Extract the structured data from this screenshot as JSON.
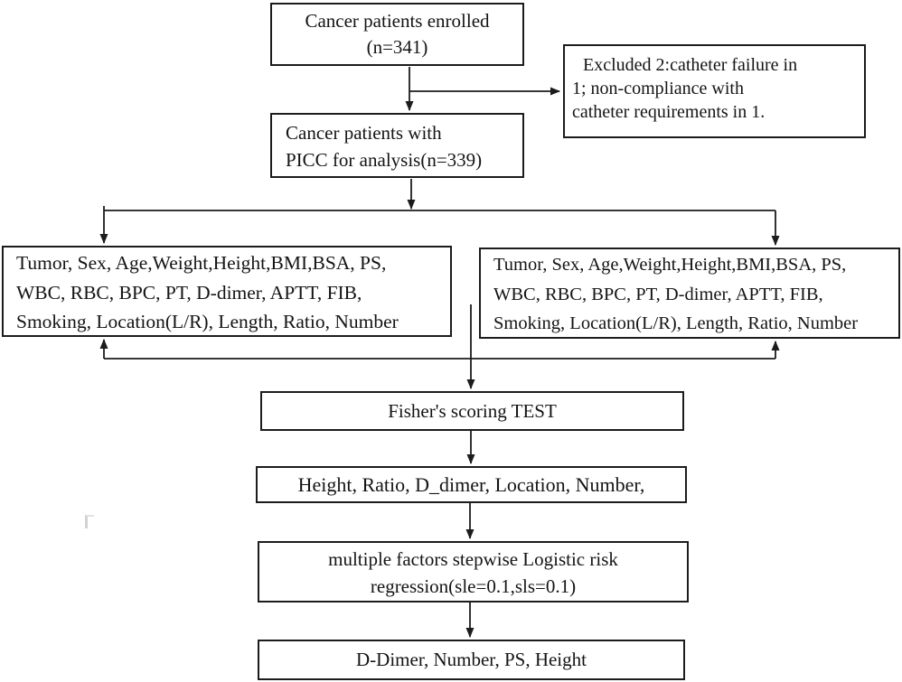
{
  "colors": {
    "line": "#1c1c1c",
    "background": "#ffffff",
    "text": "#141414"
  },
  "boxes": {
    "enrolled": {
      "lines": [
        "Cancer patients enrolled",
        "(n=341)"
      ]
    },
    "excluded": {
      "lines": [
        "Excluded 2:catheter failure in",
        "1; non-compliance with",
        "catheter requirements in 1."
      ]
    },
    "picc": {
      "lines": [
        "Cancer patients with",
        "PICC for analysis(n=339)"
      ]
    },
    "vars_left": {
      "lines": [
        "Tumor, Sex, Age,Weight,Height,BMI,BSA, PS,",
        "WBC, RBC, BPC, PT, D-dimer, APTT, FIB,",
        "Smoking, Location(L/R), Length, Ratio, Number"
      ]
    },
    "vars_right": {
      "lines": [
        "Tumor, Sex, Age,Weight,Height,BMI,BSA, PS,",
        "WBC, RBC, BPC, PT, D-dimer, APTT, FIB,",
        "Smoking, Location(L/R), Length, Ratio, Number"
      ]
    },
    "fisher": {
      "label": "Fisher's scoring TEST"
    },
    "selected": {
      "label": "Height, Ratio, D_dimer, Location, Number,"
    },
    "logistic": {
      "lines": [
        "multiple factors stepwise Logistic risk",
        "regression(sle=0.1,sls=0.1)"
      ]
    },
    "final": {
      "label": "D-Dimer, Number, PS, Height"
    }
  }
}
